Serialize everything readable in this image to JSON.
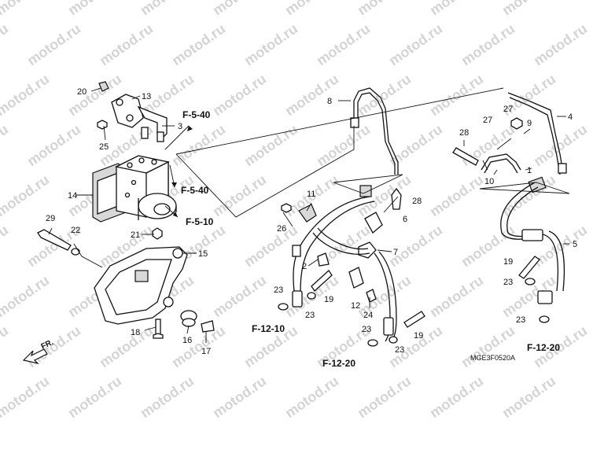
{
  "watermark": "motod.ru",
  "part_numbers": [
    "1",
    "2",
    "3",
    "4",
    "5",
    "6",
    "7",
    "8",
    "9",
    "10",
    "11",
    "12",
    "13",
    "14",
    "15",
    "16",
    "17",
    "18",
    "19",
    "20",
    "21",
    "22",
    "23",
    "24",
    "25",
    "26",
    "27",
    "28",
    "29"
  ],
  "callouts": {
    "n1": "1",
    "n2": "2",
    "n3": "3",
    "n4": "4",
    "n5": "5",
    "n6": "6",
    "n7": "7",
    "n8": "8",
    "n9": "9",
    "n10": "10",
    "n11": "11",
    "n12": "12",
    "n13": "13",
    "n14": "14",
    "n15": "15",
    "n16": "16",
    "n17": "17",
    "n18": "18",
    "n19a": "19",
    "n19b": "19",
    "n19c": "19",
    "n20": "20",
    "n21": "21",
    "n22": "22",
    "n23a": "23",
    "n23b": "23",
    "n23c": "23",
    "n23d": "23",
    "n23e": "23",
    "n23f": "23",
    "n24": "24",
    "n25": "25",
    "n26": "26",
    "n27a": "27",
    "n27b": "27",
    "n28a": "28",
    "n28b": "28",
    "n29": "29"
  },
  "references": {
    "f540a": "F-5-40",
    "f540b": "F-5-40",
    "f510": "F-5-10",
    "f1210": "F-12-10",
    "f1220a": "F-12-20",
    "f1220b": "F-12-20"
  },
  "diagram_code": "MGE3F0520A",
  "direction_label": "FR."
}
